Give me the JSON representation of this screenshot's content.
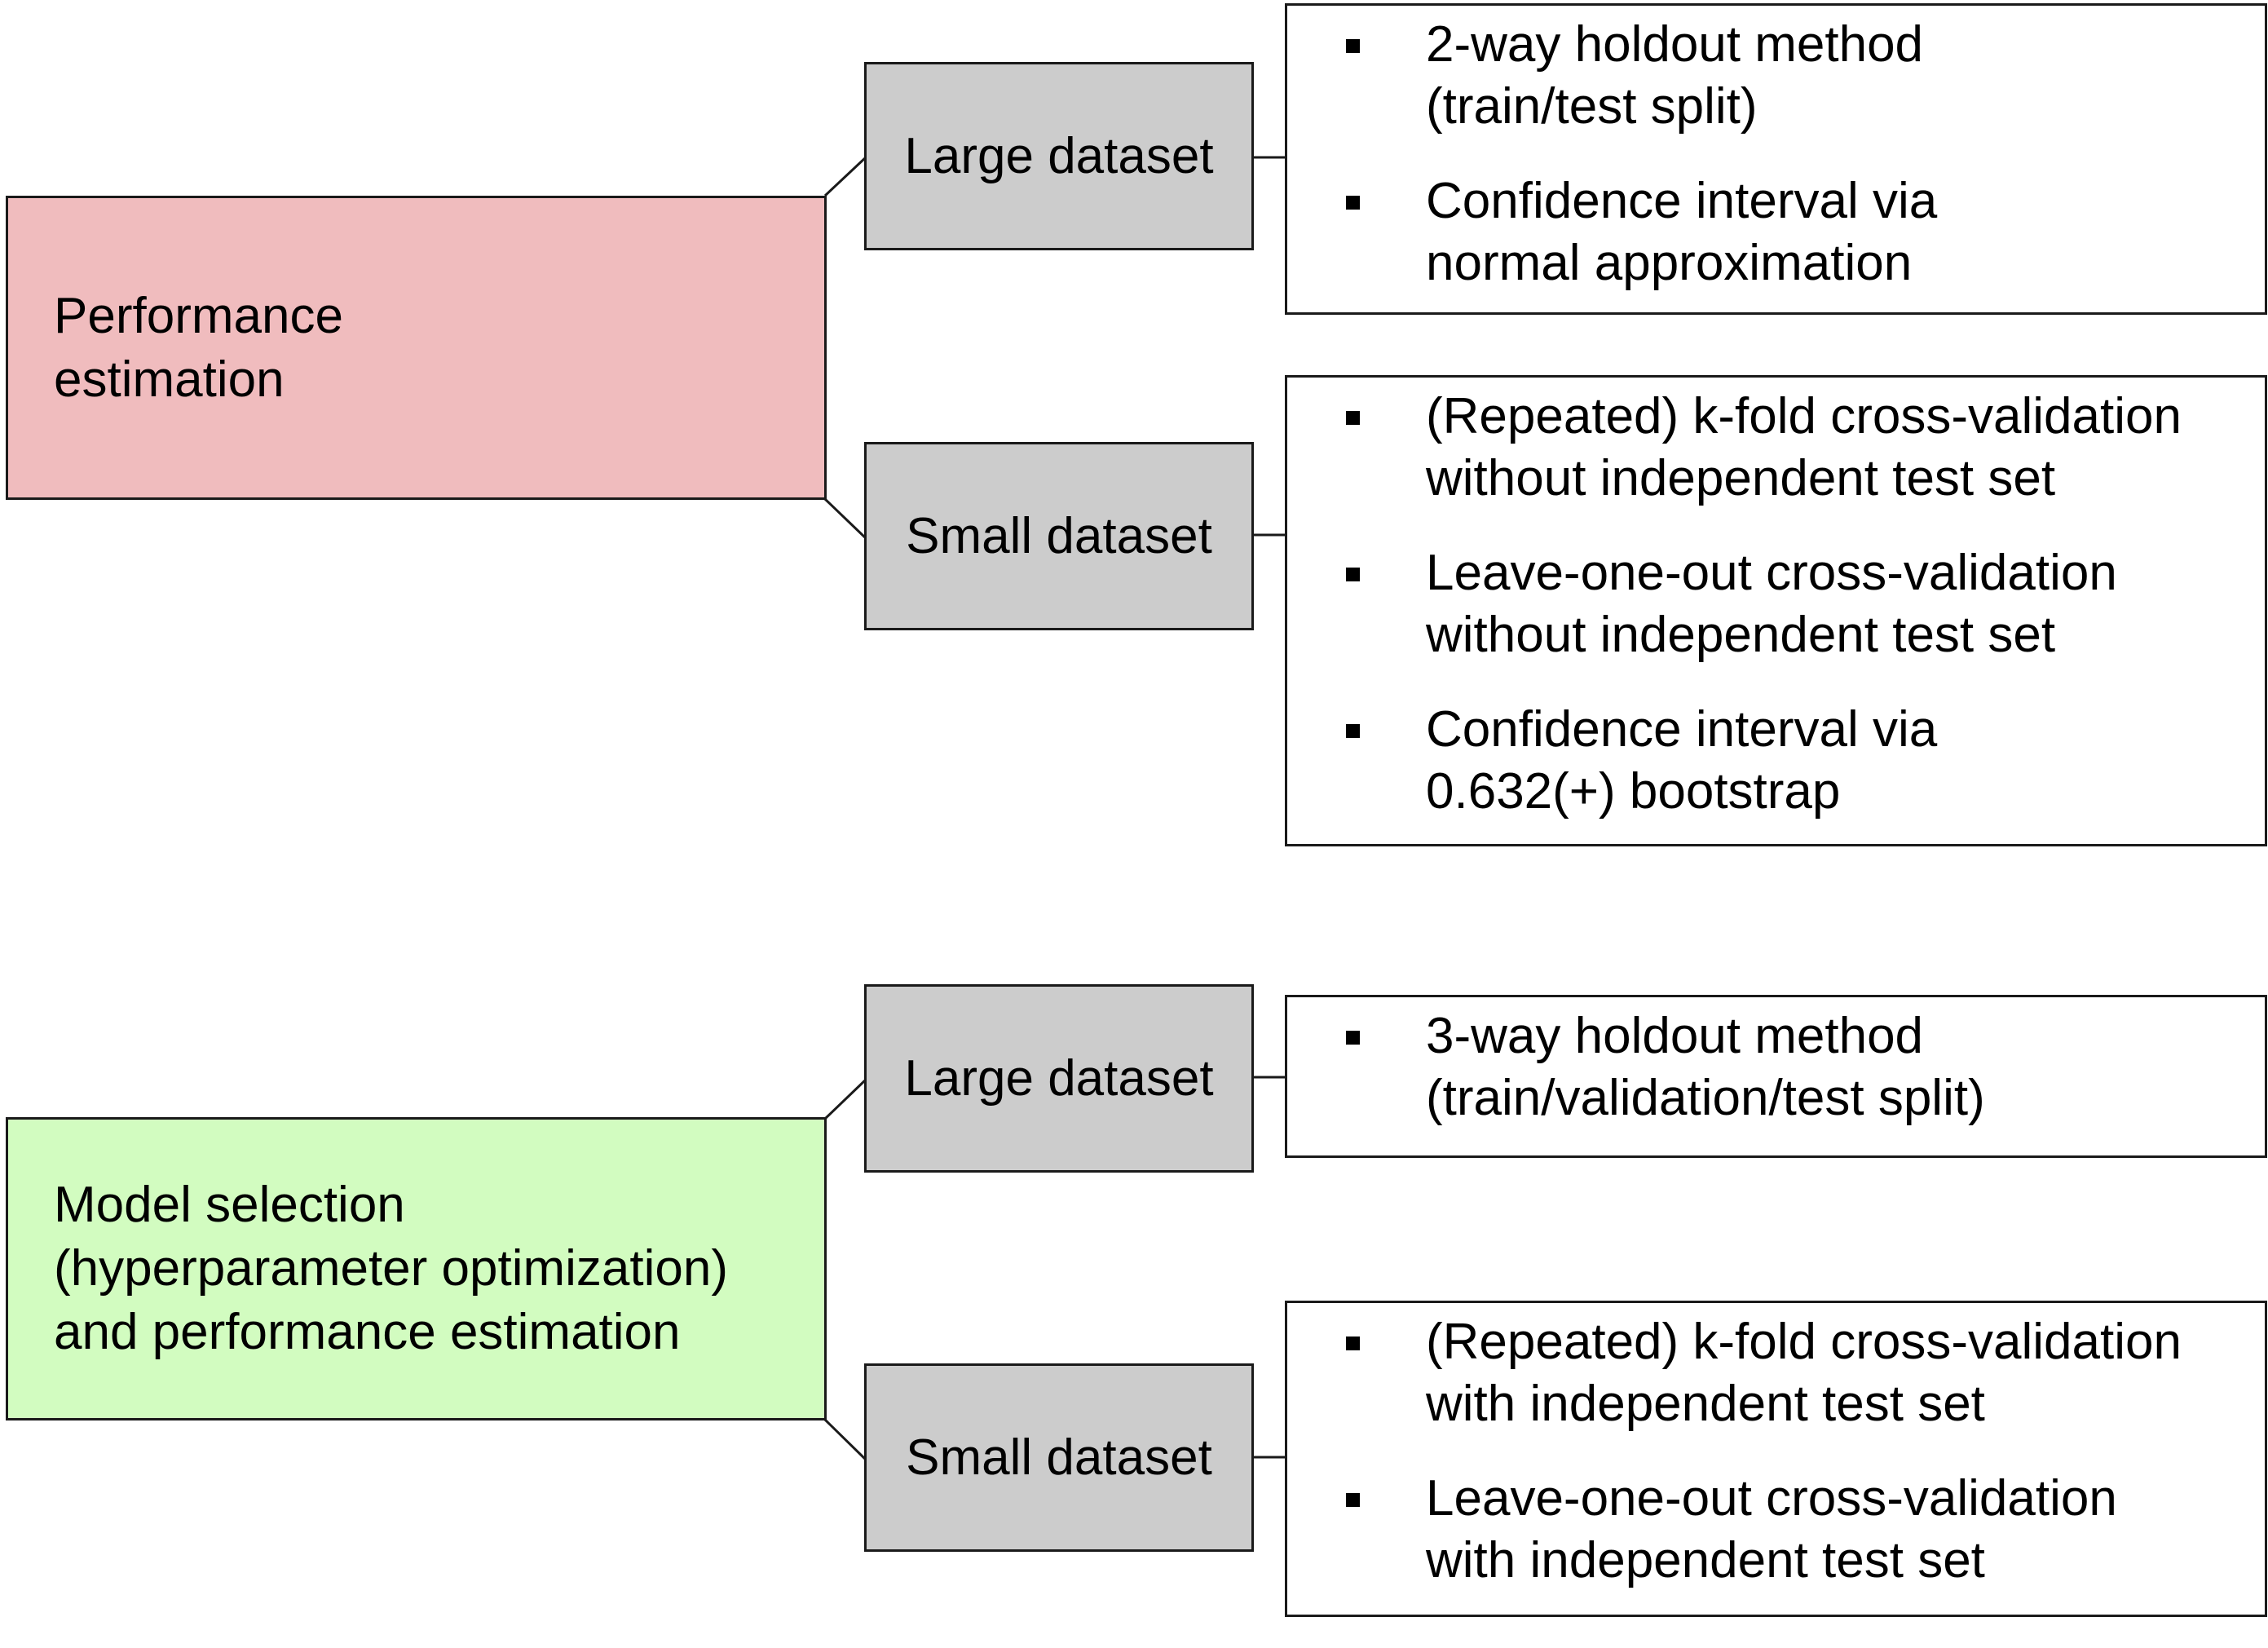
{
  "sections": [
    {
      "root_lines": [
        "Performance",
        "estimation"
      ],
      "root_color": "#f0bcbe",
      "large": {
        "label": "Large dataset",
        "items": [
          [
            "2-way holdout method",
            "(train/test split)"
          ],
          [
            "Confidence interval via",
            "normal approximation"
          ]
        ]
      },
      "small": {
        "label": "Small dataset",
        "items": [
          [
            "(Repeated) k-fold cross-validation",
            "without independent test set"
          ],
          [
            "Leave-one-out cross-validation",
            "without independent test set"
          ],
          [
            "Confidence interval via",
            "0.632(+) bootstrap"
          ]
        ]
      }
    },
    {
      "root_lines": [
        "Model selection",
        "(hyperparameter optimization)",
        "and performance estimation"
      ],
      "root_color": "#d2fcc0",
      "large": {
        "label": "Large dataset",
        "items": [
          [
            "3-way holdout method",
            "(train/validation/test split)"
          ]
        ]
      },
      "small": {
        "label": "Small dataset",
        "items": [
          [
            "(Repeated) k-fold cross-validation",
            "with independent test set"
          ],
          [
            "Leave-one-out cross-validation",
            "with independent test set"
          ]
        ]
      }
    }
  ]
}
